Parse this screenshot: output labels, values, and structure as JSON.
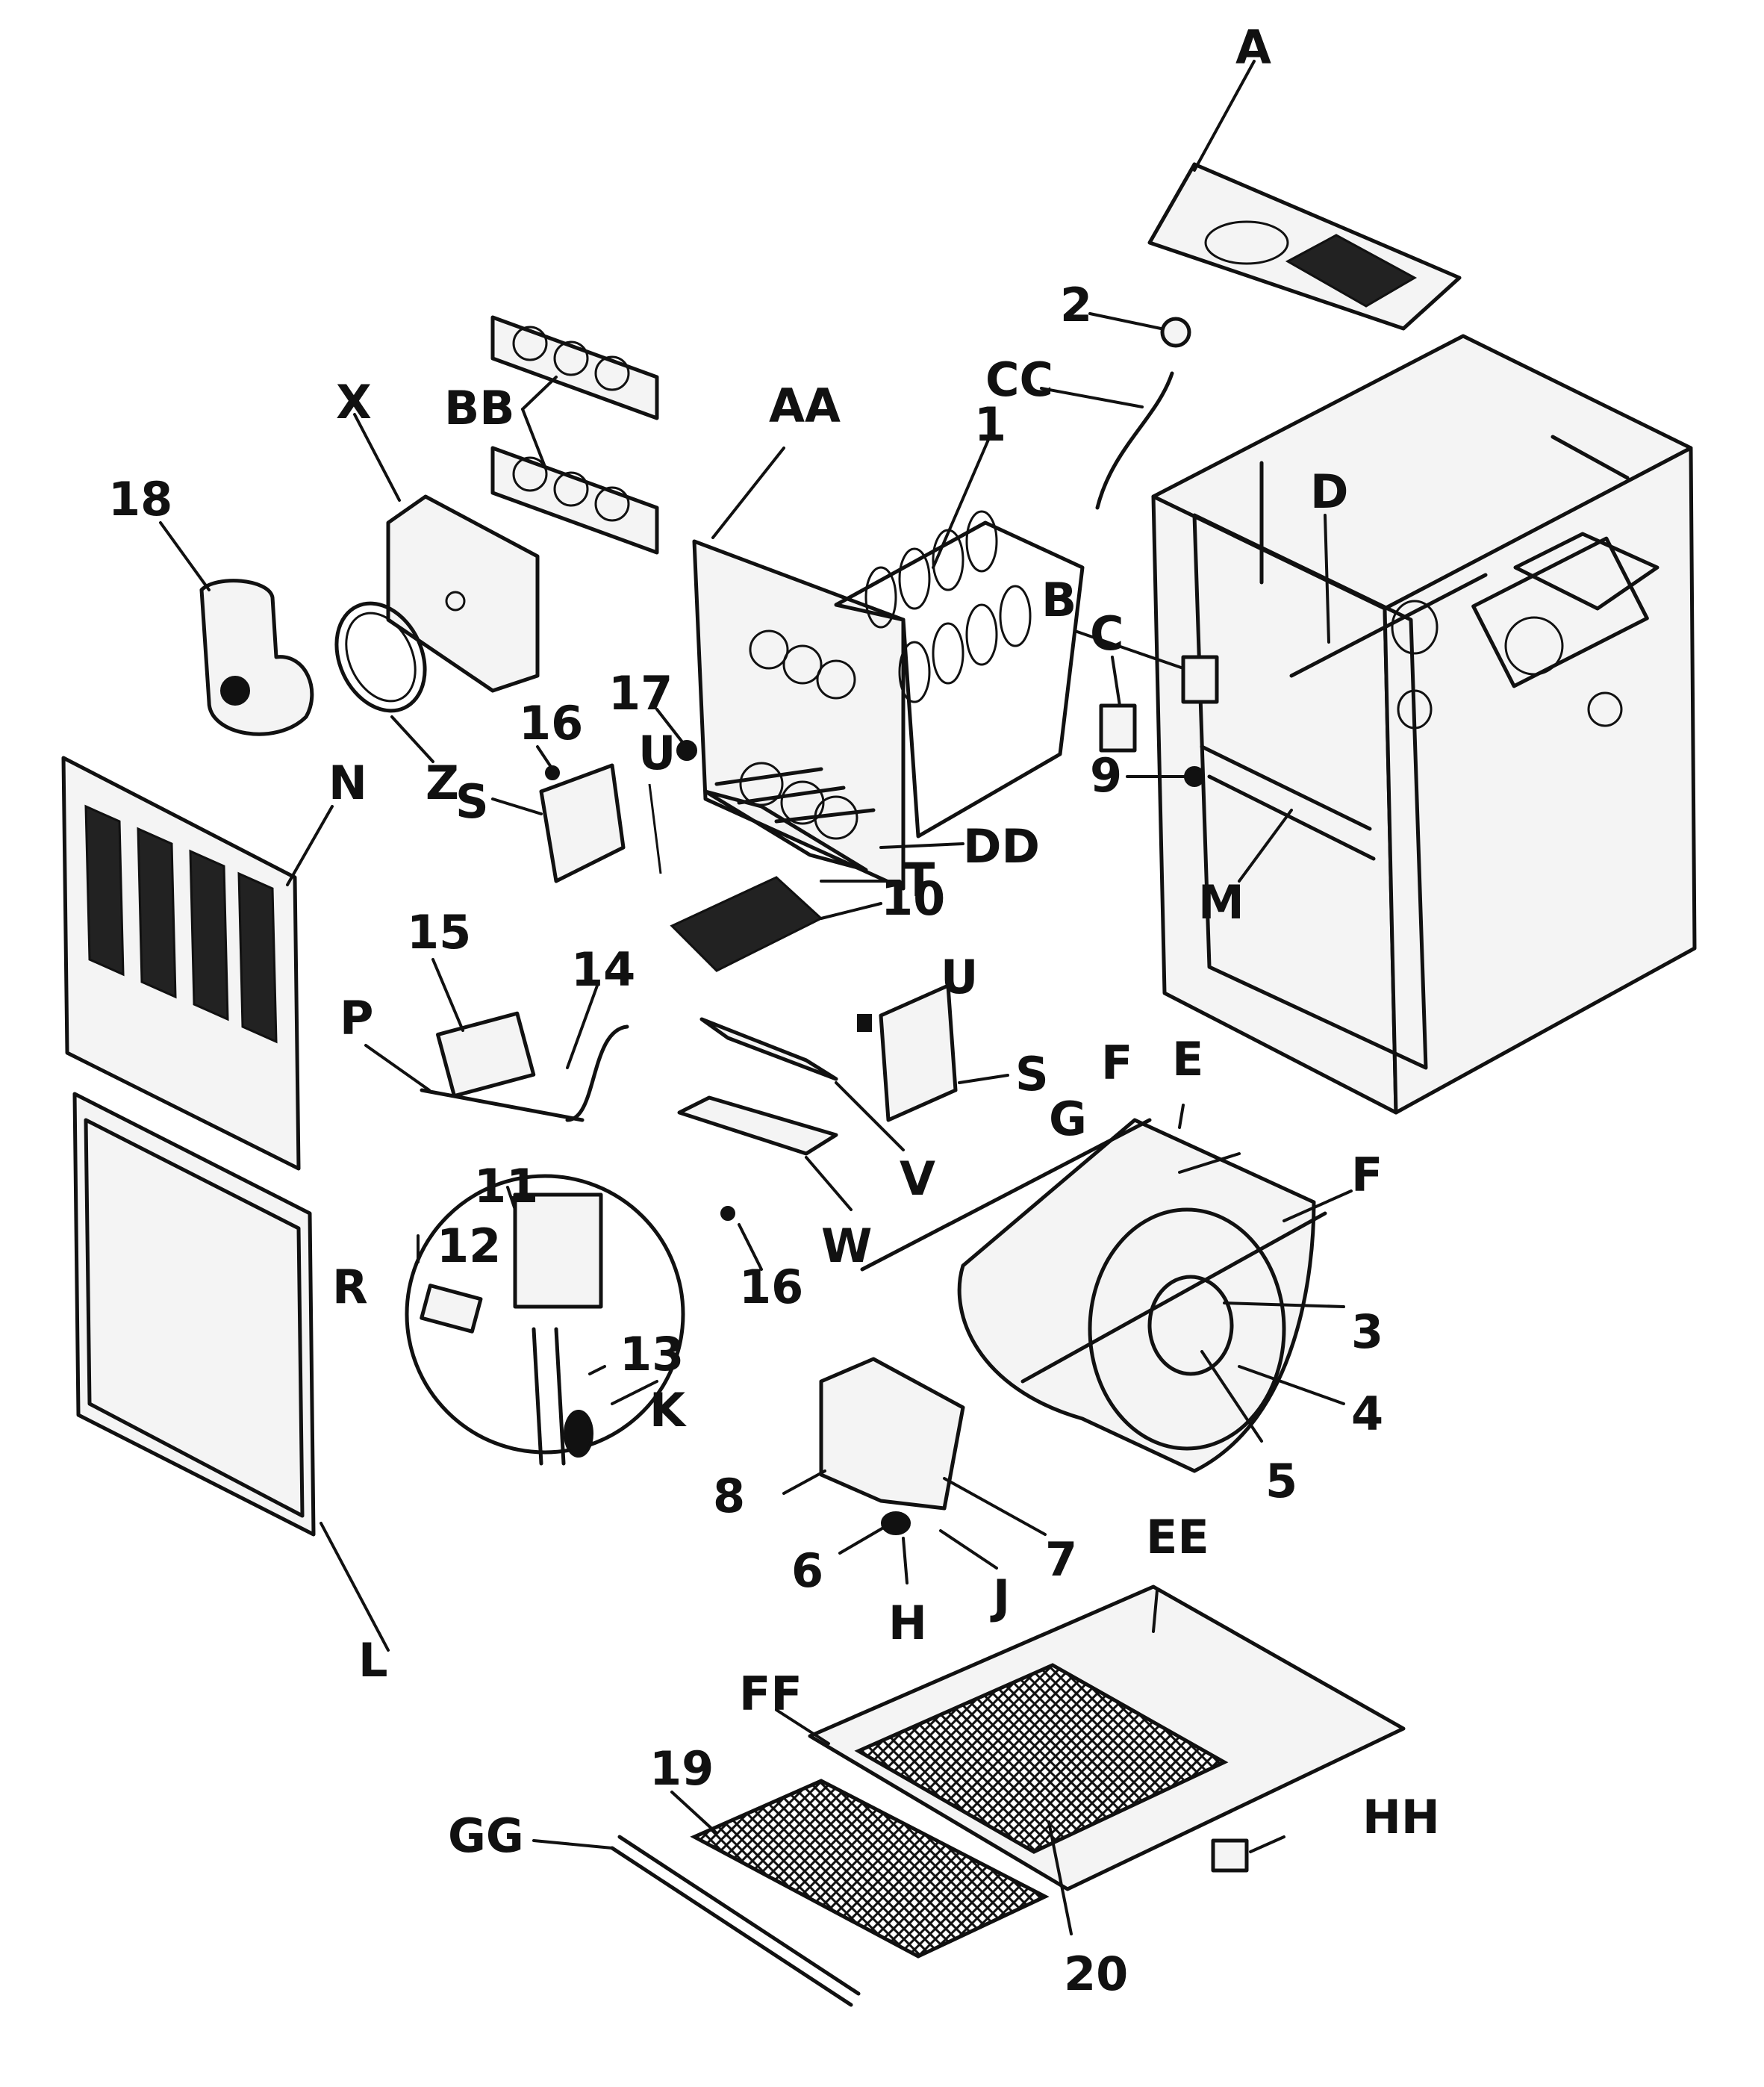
{
  "labels": {
    "A": "A",
    "B": "B",
    "C": "C",
    "D": "D",
    "E": "E",
    "F1": "F",
    "F2": "F",
    "G": "G",
    "H": "H",
    "J": "J",
    "K": "K",
    "L": "L",
    "M": "M",
    "N": "N",
    "P": "P",
    "R": "R",
    "S1": "S",
    "S2": "S",
    "T": "T",
    "U1": "U",
    "U2": "U",
    "V": "V",
    "W": "W",
    "X": "X",
    "Z": "Z",
    "AA": "AA",
    "BB": "BB",
    "CC": "CC",
    "DD": "DD",
    "EE": "EE",
    "FF": "FF",
    "GG": "GG",
    "HH": "HH",
    "n1": "1",
    "n2": "2",
    "n3": "3",
    "n4": "4",
    "n5": "5",
    "n6": "6",
    "n7": "7",
    "n8": "8",
    "n9": "9",
    "n10": "10",
    "n11": "11",
    "n12": "12",
    "n13": "13",
    "n14": "14",
    "n15": "15",
    "n16a": "16",
    "n16b": "16",
    "n17": "17",
    "n18": "18",
    "n19": "19",
    "n20": "20"
  }
}
